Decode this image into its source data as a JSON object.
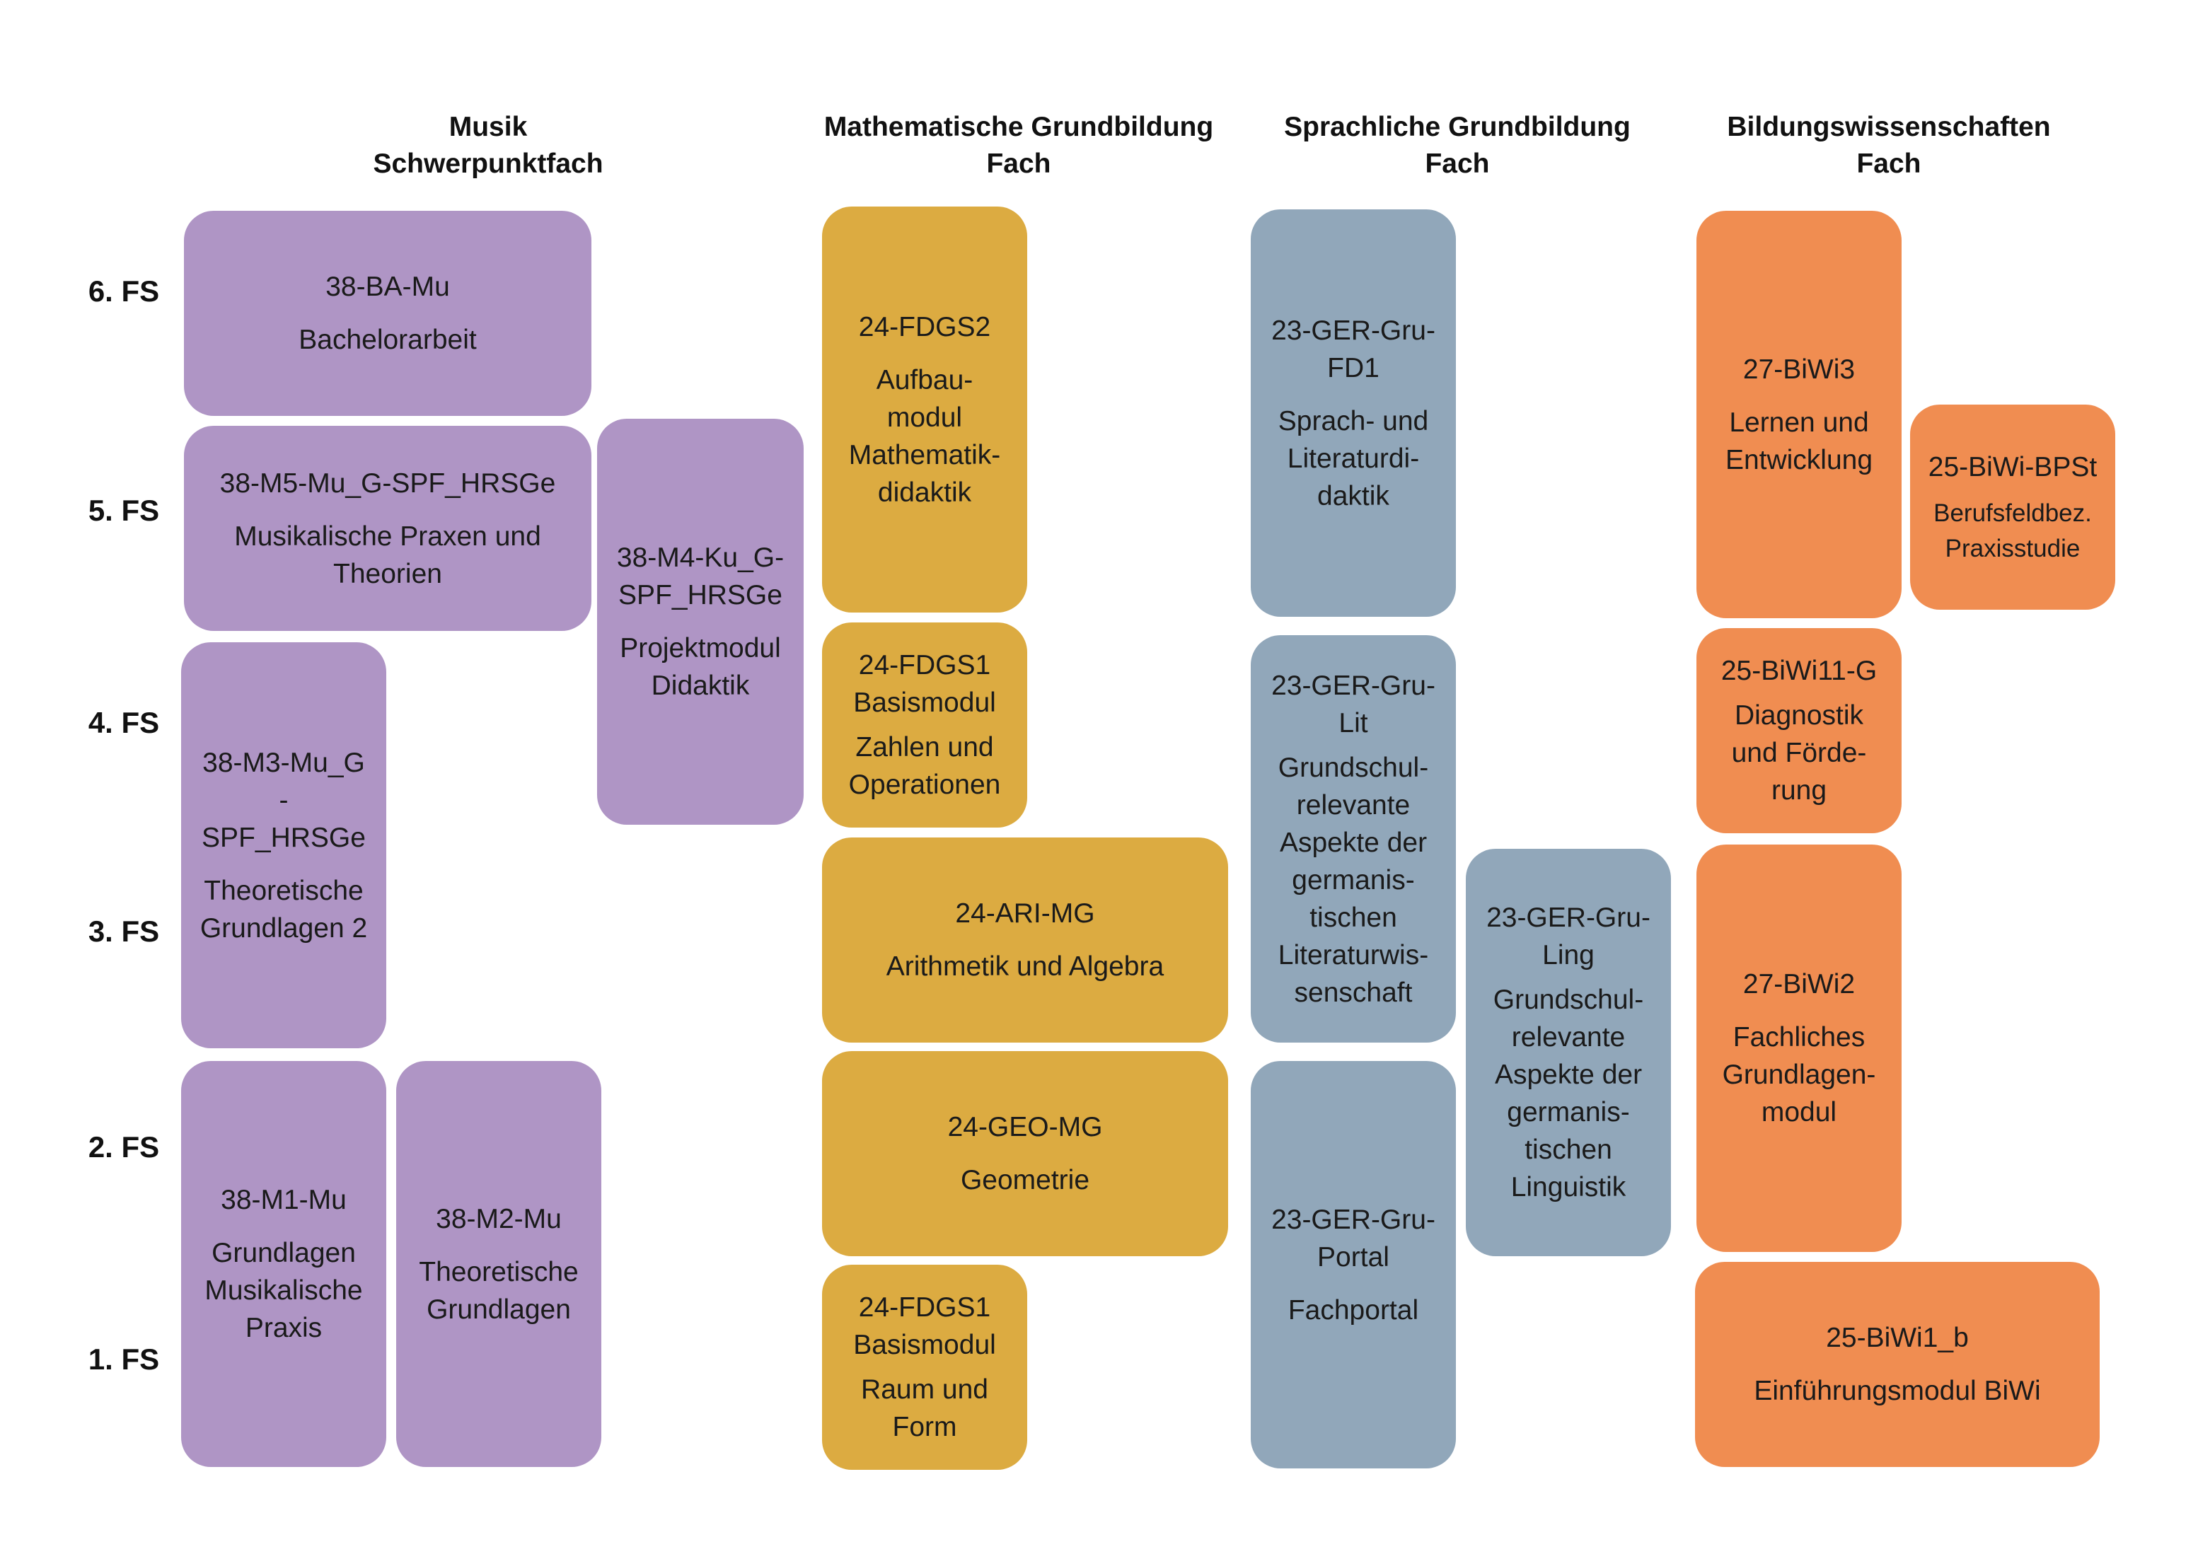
{
  "colors": {
    "musik": "#af95c5",
    "mathe": "#dcab41",
    "sprache": "#91a7ba",
    "biwi": "#f08d51"
  },
  "headers": {
    "musik": [
      "Musik",
      "Schwerpunktfach"
    ],
    "mathe": [
      "Mathematische Grundbildung",
      "Fach"
    ],
    "sprache": [
      "Sprachliche Grundbildung",
      "Fach"
    ],
    "biwi": [
      "Bildungswissenschaften",
      "Fach"
    ]
  },
  "semesters": {
    "fs6": "6. FS",
    "fs5": "5. FS",
    "fs4": "4. FS",
    "fs3": "3. FS",
    "fs2": "2. FS",
    "fs1": "1. FS"
  },
  "modules": {
    "mu_ba": {
      "code": "38-BA-Mu",
      "title": "Bachelorarbeit"
    },
    "mu_m5": {
      "code": "38-M5-Mu_G-SPF_HRSGe",
      "title": "Musikalische Praxen und\nTheorien"
    },
    "mu_m4": {
      "code": "38-M4-Ku_G-\nSPF_HRSGe",
      "title": "Projektmodul\nDidaktik"
    },
    "mu_m3": {
      "code": "38-M3-Mu_G\n-\nSPF_HRSGe",
      "title": "Theoretische\nGrundlagen 2"
    },
    "mu_m1": {
      "code": "38-M1-Mu",
      "title": "Grundlagen\nMusikalische\nPraxis"
    },
    "mu_m2": {
      "code": "38-M2-Mu",
      "title": "Theoretische\nGrundlagen"
    },
    "ma_fdgs2": {
      "code": "24-FDGS2",
      "title": "Aufbau-\nmodul\nMathematik-\ndidaktik"
    },
    "ma_fdgs1_zahlen": {
      "code": "24-FDGS1\nBasismodul",
      "title": "Zahlen und\nOperationen"
    },
    "ma_ari": {
      "code": "24-ARI-MG",
      "title": "Arithmetik und Algebra"
    },
    "ma_geo": {
      "code": "24-GEO-MG",
      "title": "Geometrie"
    },
    "ma_fdgs1_raum": {
      "code": "24-FDGS1\nBasismodul",
      "title": "Raum und\nForm"
    },
    "sp_fd1": {
      "code": "23-GER-Gru-\nFD1",
      "title": "Sprach- und\nLiteraturdi-\ndaktik"
    },
    "sp_lit": {
      "code": "23-GER-Gru-\nLit",
      "title": "Grundschul-\nrelevante\nAspekte der\ngermanis-\ntischen\nLiteraturwis-\nsenschaft"
    },
    "sp_ling": {
      "code": "23-GER-Gru-\nLing",
      "title": "Grundschul-\nrelevante\nAspekte der\ngermanis-\ntischen\nLinguistik"
    },
    "sp_portal": {
      "code": "23-GER-Gru-\nPortal",
      "title": "Fachportal"
    },
    "bw_biwi3": {
      "code": "27-BiWi3",
      "title": "Lernen und\nEntwicklung"
    },
    "bw_bpst": {
      "code": "25-BiWi-BPSt",
      "title": "Berufsfeldbez.\nPraxisstudie"
    },
    "bw_biwi11": {
      "code": "25-BiWi11-G",
      "title": "Diagnostik\nund Förde-\nrung"
    },
    "bw_biwi2": {
      "code": "27-BiWi2",
      "title": "Fachliches\nGrundlagen-\nmodul"
    },
    "bw_biwi1": {
      "code": "25-BiWi1_b",
      "title": "Einführungsmodul BiWi"
    }
  }
}
